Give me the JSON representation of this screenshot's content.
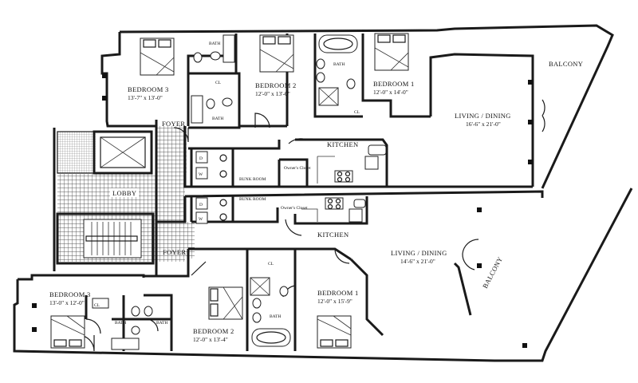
{
  "rooms": {
    "u_bed3": {
      "name": "BEDROOM 3",
      "dims": "13'-7\" x 13'-0\""
    },
    "u_bed2": {
      "name": "BEDROOM 2",
      "dims": "12'-0\" x 13'-0\""
    },
    "u_bed1": {
      "name": "BEDROOM 1",
      "dims": "12'-0\" x 14'-0\""
    },
    "u_living": {
      "name": "LIVING / DINING",
      "dims": "16'-6\" x 21'-0\""
    },
    "u_balcony": {
      "name": "BALCONY"
    },
    "u_kitchen": {
      "name": "KITCHEN"
    },
    "u_foyer": {
      "name": "FOYER"
    },
    "u_bath_a": {
      "name": "BATH"
    },
    "u_bath_b": {
      "name": "BATH"
    },
    "u_bath_c": {
      "name": "BATH"
    },
    "u_cl_a": {
      "name": "CL"
    },
    "u_cl_b": {
      "name": "CL"
    },
    "u_bunk": {
      "name": "BUNK ROOM"
    },
    "u_owners": {
      "name": "Owner's Closet"
    },
    "lobby": {
      "name": "LOBBY"
    },
    "l_bed3": {
      "name": "BEDROOM 3",
      "dims": "13'-0\" x 12'-0\""
    },
    "l_bed2": {
      "name": "BEDROOM 2",
      "dims": "12'-0\" x 13'-4\""
    },
    "l_bed1": {
      "name": "BEDROOM 1",
      "dims": "12'-0\" x 15'-9\""
    },
    "l_living": {
      "name": "LIVING / DINING",
      "dims": "14'-6\" x 21'-0\""
    },
    "l_balcony": {
      "name": "BALCONY"
    },
    "l_kitchen": {
      "name": "KITCHEN"
    },
    "l_foyer": {
      "name": "FOYER"
    },
    "l_bath_a": {
      "name": "BATH"
    },
    "l_bath_b": {
      "name": "BATH"
    },
    "l_bath_c": {
      "name": "BATH"
    },
    "l_cl_a": {
      "name": "CL"
    },
    "l_cl_b": {
      "name": "CL"
    },
    "l_bunk": {
      "name": "BUNK ROOM"
    },
    "l_owners": {
      "name": "Owner's Closet"
    }
  },
  "appliances": {
    "washer": "W",
    "dryer": "D"
  }
}
